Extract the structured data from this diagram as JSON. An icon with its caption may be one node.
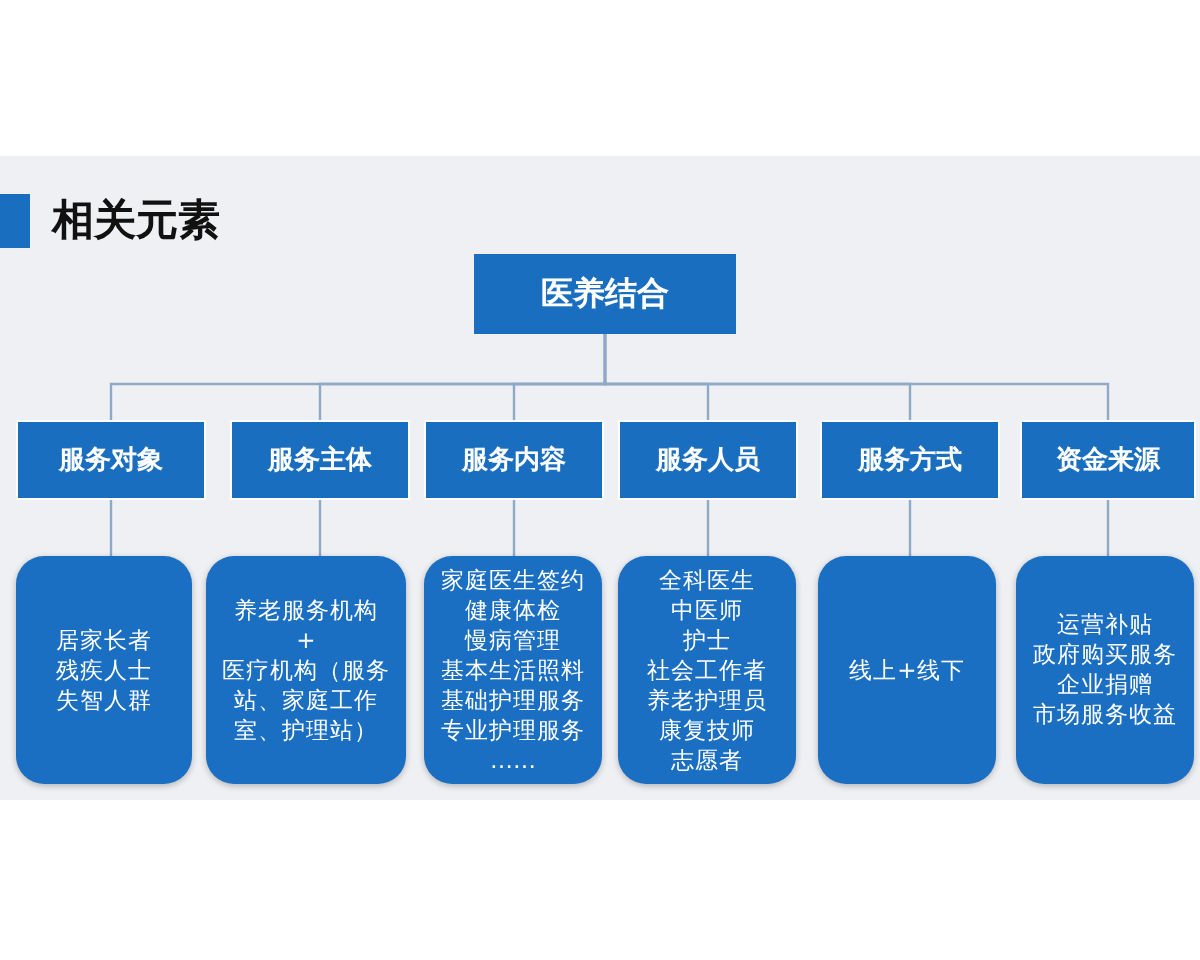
{
  "diagram": {
    "title": "相关元素",
    "nodes": [
      {
        "text": [
          "医养结合"
        ]
      },
      {
        "text": [
          "服务对象"
        ]
      },
      {
        "text": [
          "服务主体"
        ]
      },
      {
        "text": [
          "服务内容"
        ]
      },
      {
        "text": [
          "服务人员"
        ]
      },
      {
        "text": [
          "服务方式"
        ]
      },
      {
        "text": [
          "资金来源"
        ]
      },
      {
        "text": [
          "居家长者",
          "残疾人士",
          "失智人群"
        ]
      },
      {
        "text": [
          "养老服务机构",
          "+",
          "医疗机构（服务站、家庭工作室、护理站）"
        ]
      },
      {
        "text": [
          "家庭医生签约",
          "健康体检",
          "慢病管理",
          "基本生活照料",
          "基础护理服务",
          "专业护理服务",
          "……"
        ]
      },
      {
        "text": [
          "全科医生",
          "中医师",
          "护士",
          "社会工作者",
          "养老护理员",
          "康复技师",
          "志愿者"
        ]
      },
      {
        "text": [
          "线上+线下"
        ]
      },
      {
        "text": [
          "运营补贴",
          "政府购买服务",
          "企业捐赠",
          "市场服务收益"
        ]
      }
    ],
    "edges": [
      {
        "from": 0,
        "to": 1,
        "arrow": "none"
      },
      {
        "from": 0,
        "to": 2,
        "arrow": "none"
      },
      {
        "from": 0,
        "to": 3,
        "arrow": "none"
      },
      {
        "from": 0,
        "to": 4,
        "arrow": "none"
      },
      {
        "from": 0,
        "to": 5,
        "arrow": "none"
      },
      {
        "from": 0,
        "to": 6,
        "arrow": "none"
      },
      {
        "from": 1,
        "to": 7,
        "arrow": "none"
      },
      {
        "from": 2,
        "to": 8,
        "arrow": "none"
      },
      {
        "from": 3,
        "to": 9,
        "arrow": "none"
      },
      {
        "from": 4,
        "to": 10,
        "arrow": "none"
      },
      {
        "from": 5,
        "to": 11,
        "arrow": "none"
      },
      {
        "from": 6,
        "to": 12,
        "arrow": "none"
      }
    ]
  }
}
